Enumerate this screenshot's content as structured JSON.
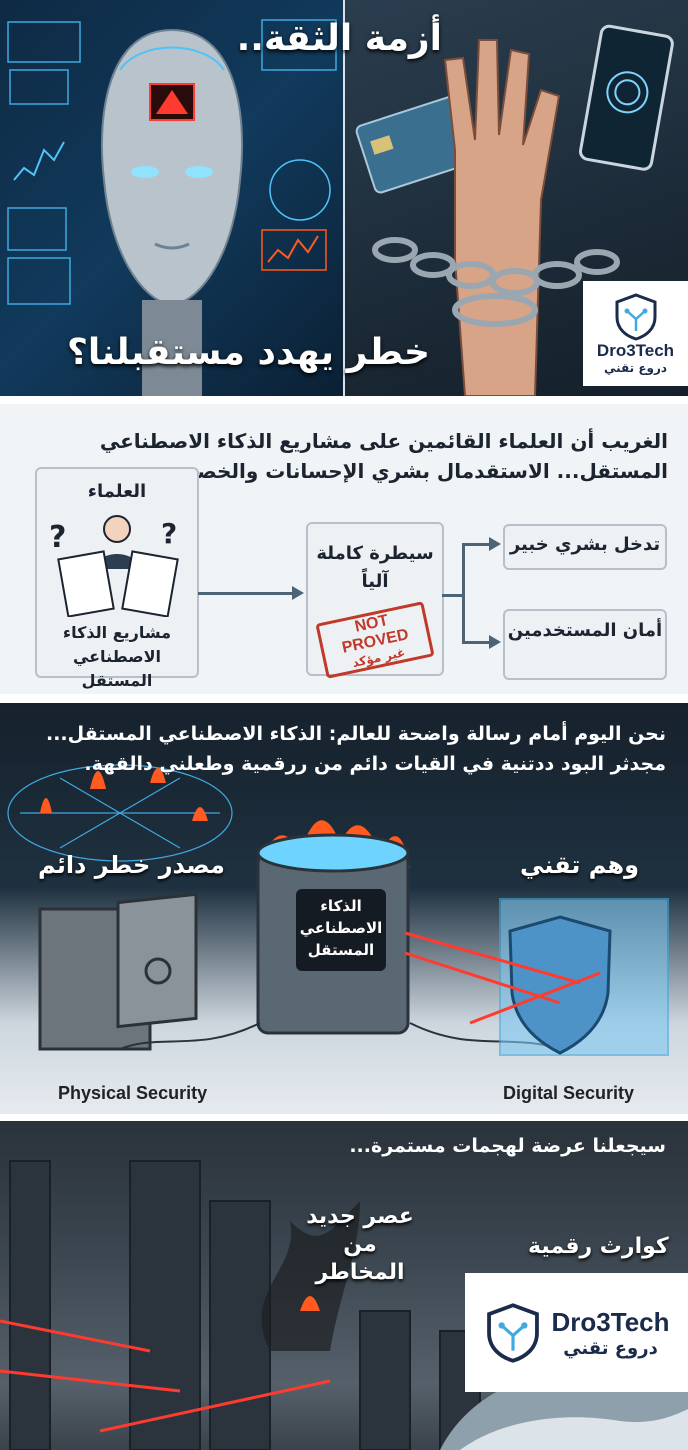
{
  "panel1": {
    "title": "أزمة الثقة..",
    "subtitle": "خطر يهدد مستقبلنا؟"
  },
  "panel2": {
    "intro": "الغريب أن العلماء القائمين على مشاريع الذكاء الاصطناعي المستقل... الاستقدمال بشري الإحسانات والخصوصية.",
    "scientists_label": "العلماء",
    "projects_label": "مشاريع الذكاء الاصطناعي المستقل",
    "control_label": "سيطرة كاملة آلياً",
    "stamp_en": "NOT PROVED",
    "stamp_ar": "غير مؤكد",
    "expert_label": "تدخل بشري خبير",
    "safety_label": "أمان المستخدمين"
  },
  "panel3": {
    "intro": "نحن اليوم أمام رسالة واضحة للعالم: الذكاء الاصطناعي المستقل... مجدثر البود ددتنية في القيات دائم من ررقمية وطعلني دالقهة.",
    "threat_label": "مصدر خطر دائم",
    "illusion_label": "وهم تقني",
    "core_label": "الذكاء الاصطناعي المستقل",
    "physical_label": "Physical Security",
    "digital_label": "Digital Security"
  },
  "panel4": {
    "intro": "سيجعلنا عرضة لهجمات مستمرة...",
    "era_label": "عصر جديد من المخاطر",
    "disasters_label": "كوارث رقمية"
  },
  "logo": {
    "name_en": "Dro3Tech",
    "name_ar": "دروع تقني"
  },
  "colors": {
    "navy": "#1b2b4b",
    "stamp_red": "#c0392b",
    "fire": "#ff5a1f"
  }
}
